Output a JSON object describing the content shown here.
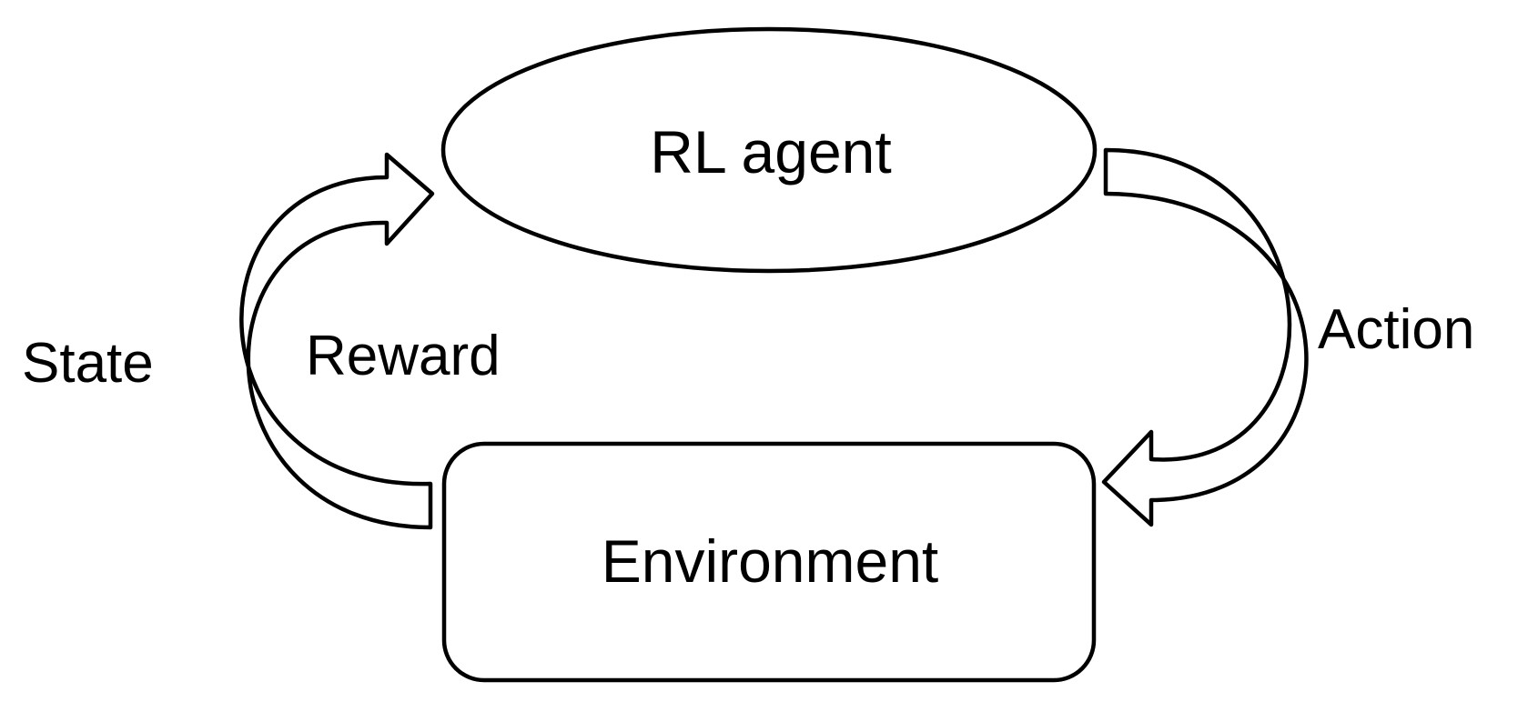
{
  "nodes": {
    "agent": {
      "label": "RL agent",
      "shape": "ellipse"
    },
    "environment": {
      "label": "Environment",
      "shape": "rounded-rectangle"
    }
  },
  "edges": {
    "action": {
      "label": "Action",
      "from": "agent",
      "to": "environment"
    },
    "state": {
      "label": "State",
      "from": "environment",
      "to": "agent"
    },
    "reward": {
      "label": "Reward",
      "from": "environment",
      "to": "agent"
    }
  },
  "colors": {
    "stroke": "#000000",
    "background": "#ffffff"
  }
}
